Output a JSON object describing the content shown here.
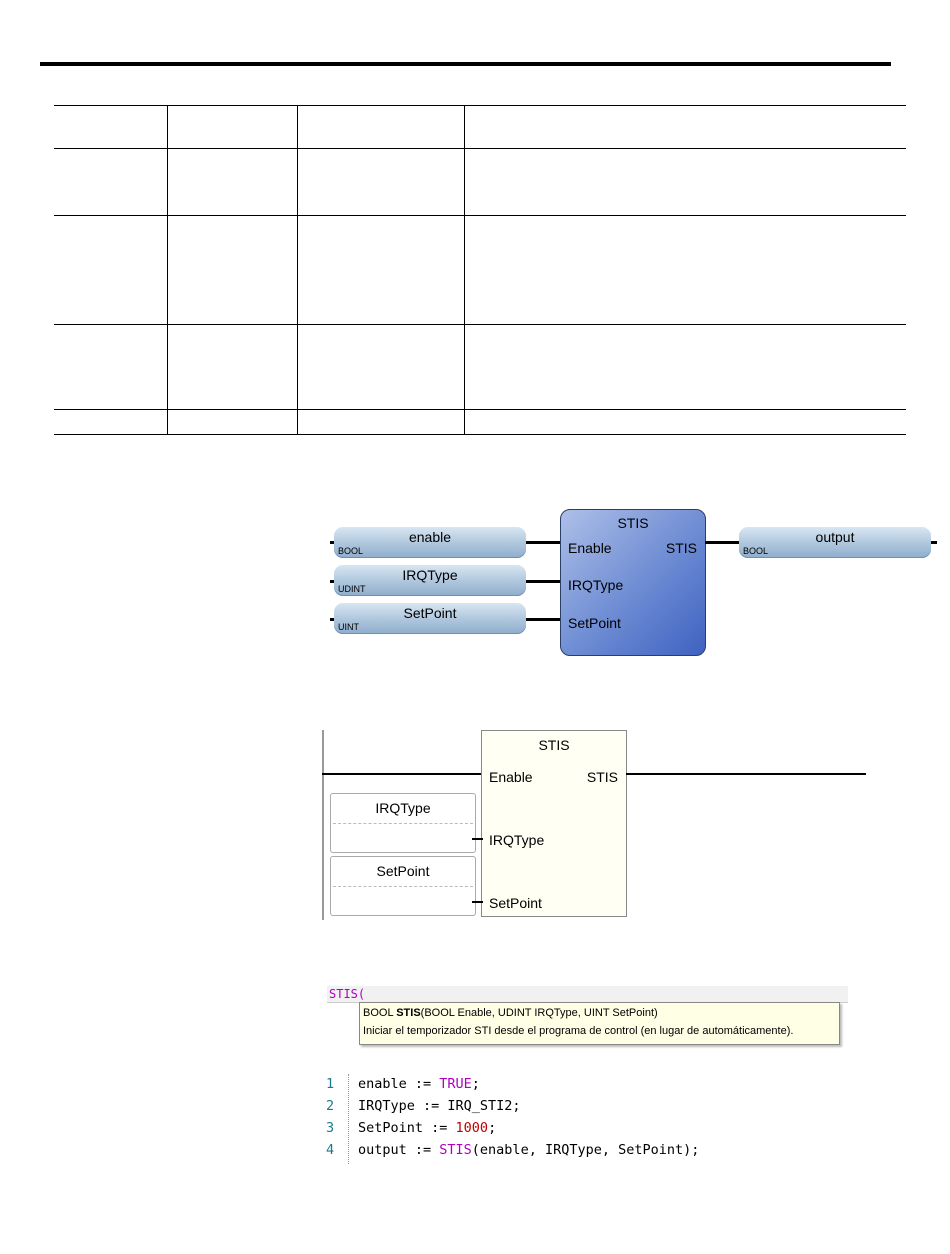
{
  "table": {
    "rows": [
      [
        "",
        "",
        "",
        ""
      ],
      [
        "",
        "",
        "",
        ""
      ],
      [
        "",
        "",
        "",
        ""
      ],
      [
        "",
        "",
        "",
        ""
      ],
      [
        "",
        "",
        "",
        ""
      ]
    ]
  },
  "fbd": {
    "block_name": "STIS",
    "inputs": [
      {
        "var": "enable",
        "type": "BOOL",
        "pin": "Enable"
      },
      {
        "var": "IRQType",
        "type": "UDINT",
        "pin": "IRQType"
      },
      {
        "var": "SetPoint",
        "type": "UINT",
        "pin": "SetPoint"
      }
    ],
    "output_pin": "STIS",
    "output": {
      "var": "output",
      "type": "BOOL"
    }
  },
  "ld": {
    "block_name": "STIS",
    "pin_enable": "Enable",
    "pin_irq": "IRQType",
    "pin_setpoint": "SetPoint",
    "output_pin": "STIS",
    "var_irq": "IRQType",
    "var_setpoint": "SetPoint"
  },
  "tooltip": {
    "typed": "STIS(",
    "sig_prefix": "BOOL ",
    "sig_name": "STIS",
    "sig_params": "(BOOL Enable, UDINT IRQType, UINT SetPoint)",
    "description": "Iniciar el temporizador STI desde el programa de control (en lugar de automáticamente)."
  },
  "st_code": {
    "line_numbers": [
      "1",
      "2",
      "3",
      "4"
    ],
    "l1_a": "enable := ",
    "l1_kw": "TRUE",
    "l1_b": ";",
    "l2": "IRQType := IRQ_STI2;",
    "l3_a": "SetPoint := ",
    "l3_num": "1000",
    "l3_b": ";",
    "l4_a": "output := ",
    "l4_kw": "STIS",
    "l4_b": "(enable, IRQType, SetPoint);"
  }
}
